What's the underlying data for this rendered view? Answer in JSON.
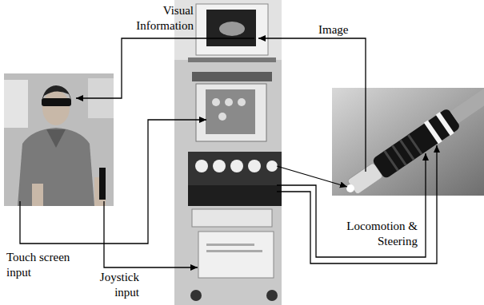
{
  "diagram": {
    "labels": [
      "Visual Information",
      "Image",
      "Touch screen input",
      "Joystick input",
      "Locomotion & Steering"
    ]
  }
}
